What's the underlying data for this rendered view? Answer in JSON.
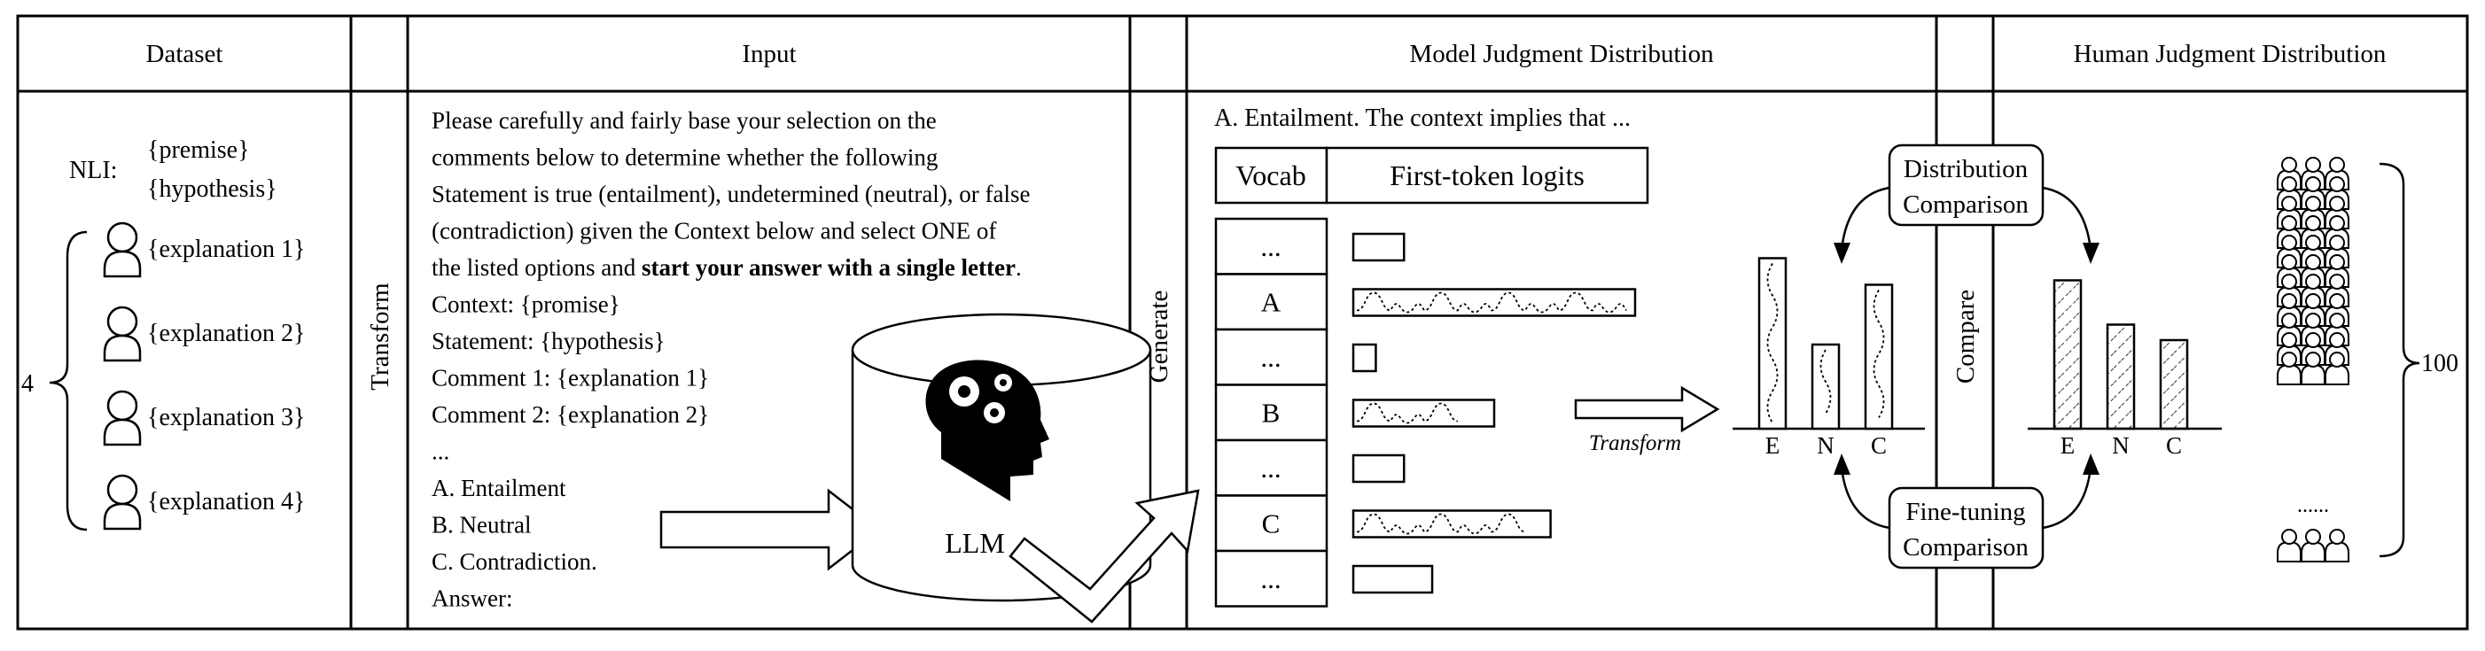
{
  "headers": {
    "dataset": "Dataset",
    "input": "Input",
    "model_dist": "Model Judgment Distribution",
    "human_dist": "Human Judgment Distribution"
  },
  "side_labels": {
    "transform": "Transform",
    "generate": "Generate",
    "compare": "Compare"
  },
  "dataset": {
    "nli_label": "NLI:",
    "premise": "{premise}",
    "hypothesis": "{hypothesis}",
    "explanations": [
      "{explanation 1}",
      "{explanation 2}",
      "{explanation 3}",
      "{explanation 4}"
    ],
    "count": "4"
  },
  "prompt": {
    "lines": [
      "Please carefully and fairly base your selection on the",
      "comments below to determine whether the following",
      "Statement is true (entailment), undetermined (neutral), or false",
      "(contradiction) given the Context below and select ONE of"
    ],
    "line5_plain": "the listed options and ",
    "line5_bold": "start your answer with a single letter",
    "line5_end": ".",
    "rest": [
      "Context: {promise}",
      "Statement: {hypothesis}",
      "Comment 1: {explanation 1}",
      "Comment 2: {explanation 2}",
      "...",
      "A. Entailment",
      "B. Neutral",
      "C. Contradiction.",
      "Answer:"
    ]
  },
  "llm_label": "LLM",
  "model": {
    "example_output": "A. Entailment. The context implies that ...",
    "vocab_header": "Vocab",
    "logits_header": "First-token logits",
    "vocab_rows": [
      "...",
      "A",
      "...",
      "B",
      "...",
      "C",
      "..."
    ],
    "logit_levels": [
      0.18,
      1.0,
      0.08,
      0.5,
      0.18,
      0.7,
      0.28
    ],
    "transform_label": "Transform",
    "distribution_comparison": [
      "Distribution",
      "Comparison"
    ],
    "finetuning_comparison": [
      "Fine-tuning",
      "Comparison"
    ]
  },
  "model_chart": {
    "categories": [
      "E",
      "N",
      "C"
    ],
    "values": [
      0.77,
      0.38,
      0.65
    ]
  },
  "human_chart": {
    "categories": [
      "E",
      "N",
      "C"
    ],
    "values": [
      0.67,
      0.47,
      0.4
    ]
  },
  "human": {
    "ellipsis": "......",
    "count": "100"
  }
}
